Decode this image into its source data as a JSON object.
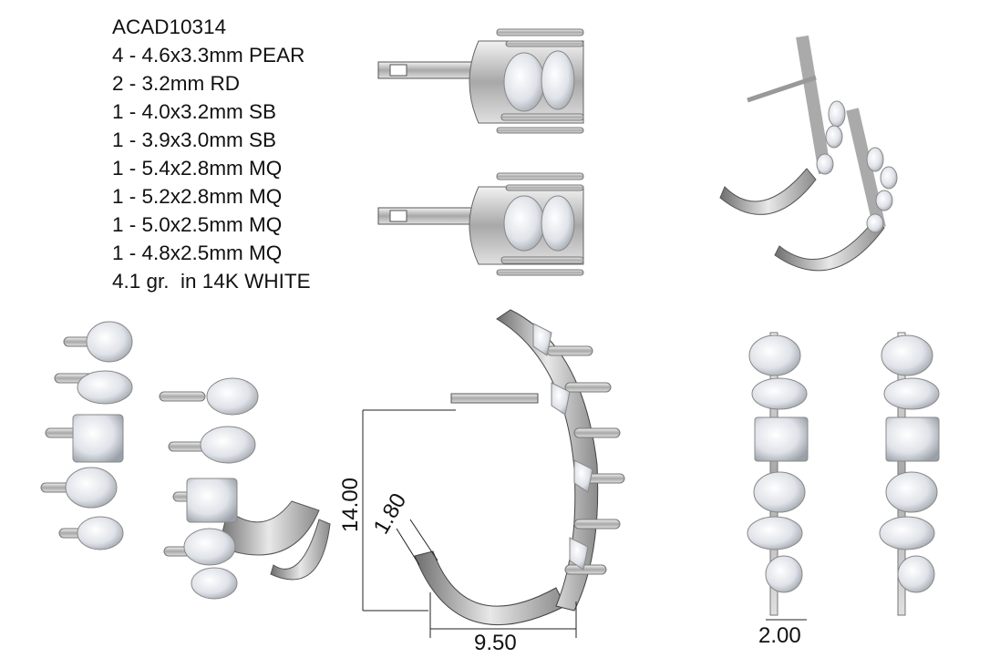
{
  "sheet": {
    "model_code": "ACAD10314",
    "stones": [
      "4 - 4.6x3.3mm PEAR",
      "2 - 3.2mm RD",
      "1 - 4.0x3.2mm SB",
      "1 - 3.9x3.0mm SB",
      "1 - 5.4x2.8mm MQ",
      "1 - 5.2x2.8mm MQ",
      "1 - 5.0x2.5mm MQ",
      "1 - 4.8x2.5mm MQ"
    ],
    "metal": "4.1 gr.  in 14K WHITE"
  },
  "dimensions": {
    "height": "14.00",
    "thickness": "1.80",
    "width": "9.50",
    "band_width": "2.00"
  },
  "colors": {
    "metal": "#c8c8c8",
    "metal_dark": "#7a7a7a",
    "gem": "#eef0f4",
    "line": "#222222"
  }
}
